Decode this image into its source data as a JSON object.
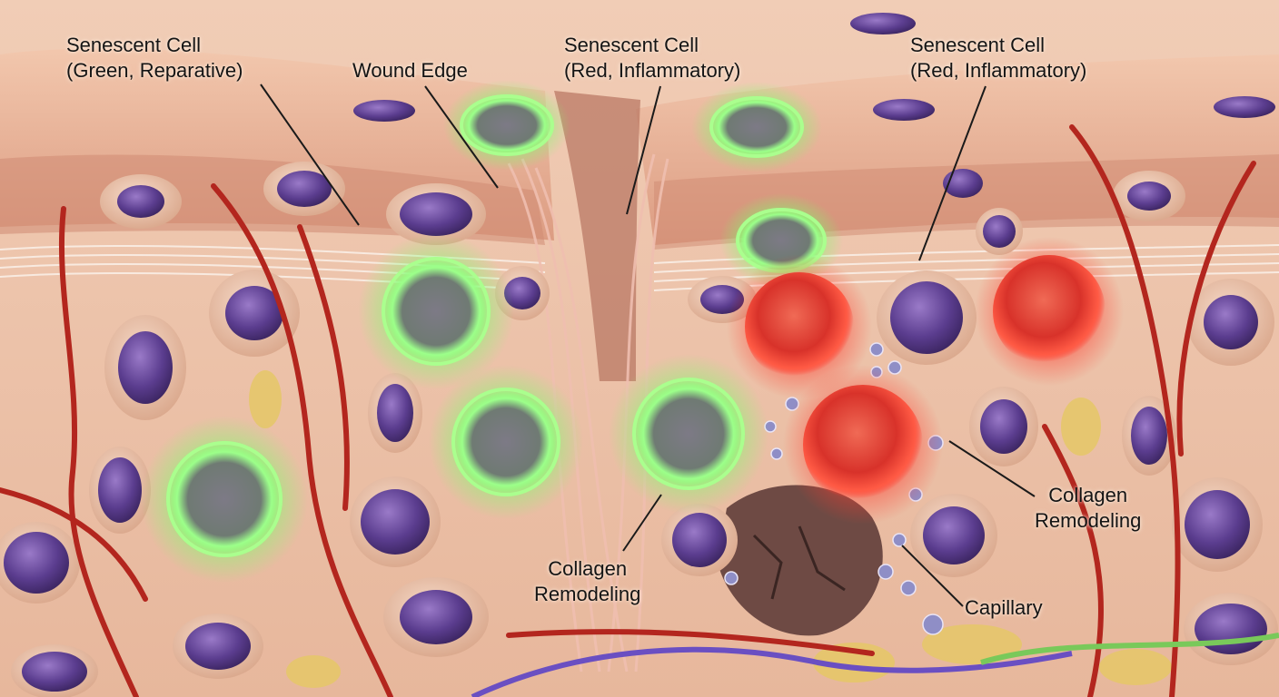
{
  "labels": {
    "senescent_green": {
      "line1": "Senescent Cell",
      "line2": "(Green, Reparative)"
    },
    "wound_edge": {
      "line1": "Wound Edge"
    },
    "senescent_red_center": {
      "line1": "Senescent Cell",
      "line2": "(Red, Inflammatory)"
    },
    "senescent_red_right": {
      "line1": "Senescent Cell",
      "line2": "(Red, Inflammatory)"
    },
    "collagen_left": {
      "line1": "Collagen",
      "line2": "Remodeling"
    },
    "collagen_right": {
      "line1": "Collagen",
      "line2": "Remodeling"
    },
    "capillary": {
      "line1": "Capillary"
    }
  },
  "colors": {
    "epidermis": "#e8b394",
    "dermis": "#efc7ae",
    "nucleus": "#6b4a9a",
    "reparative_glow": "#7cff6b",
    "inflammatory_glow": "#ff3b2e",
    "vessel": "#b3261e",
    "nerve": "#6a4fc2",
    "fat": "#e6c76a"
  }
}
